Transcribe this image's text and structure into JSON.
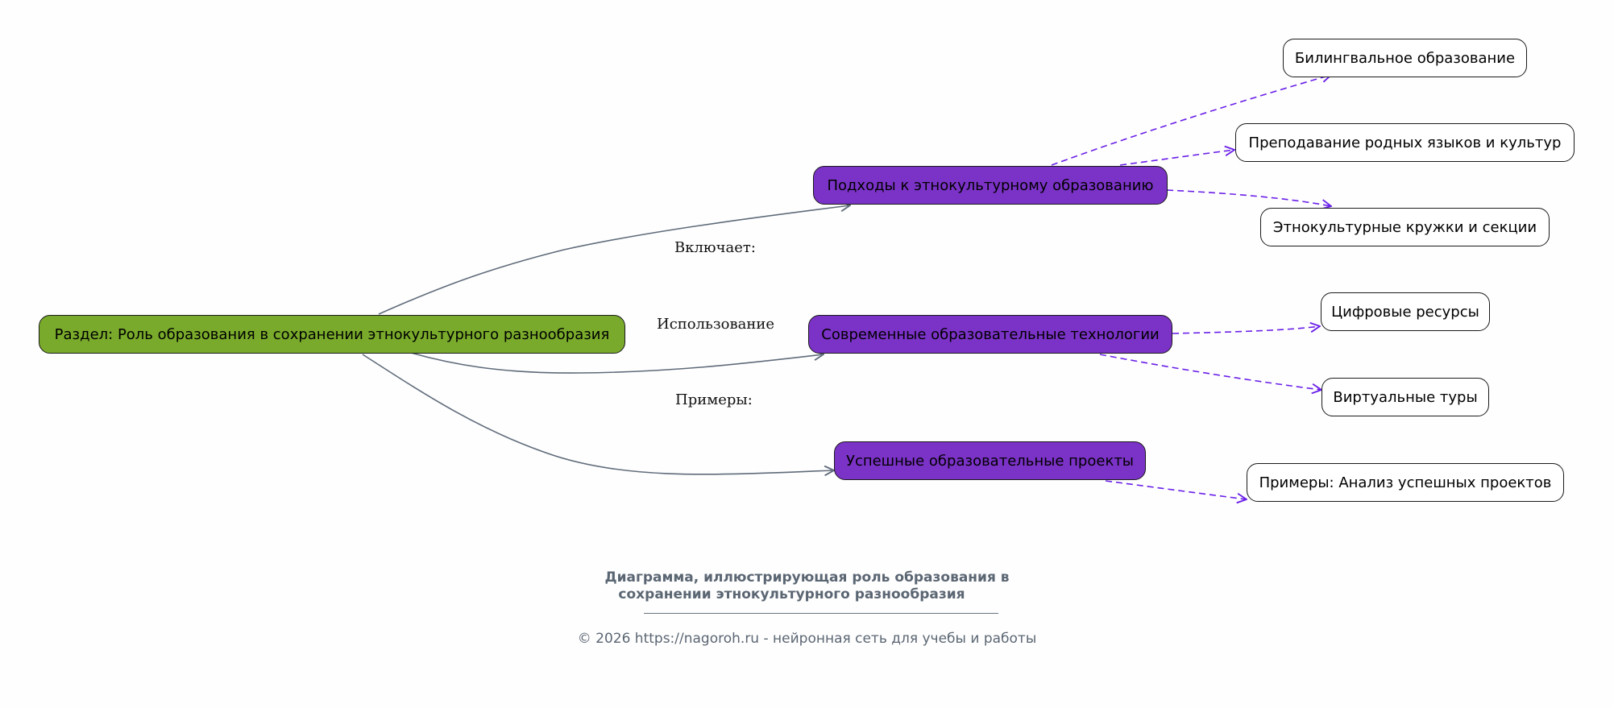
{
  "diagram": {
    "root": {
      "label": "Раздел: Роль образования в сохранении этнокультурного разнообразия"
    },
    "categories": [
      {
        "label": "Подходы к этнокультурному образованию"
      },
      {
        "label": "Современные образовательные технологии"
      },
      {
        "label": "Успешные образовательные проекты"
      }
    ],
    "edge_labels": [
      "Включает:",
      "Использование",
      "Примеры:"
    ],
    "leaves": [
      {
        "label": "Билингвальное образование"
      },
      {
        "label": "Преподавание родных языков и культур"
      },
      {
        "label": "Этнокультурные кружки и секции"
      },
      {
        "label": "Цифровые ресурсы"
      },
      {
        "label": "Виртуальные туры"
      },
      {
        "label": "Примеры: Анализ успешных проектов"
      }
    ],
    "colors": {
      "root_fill": "#79aa2b",
      "category_fill": "#7b32c7",
      "leaf_fill": "#ffffff",
      "solid_edge": "#5f6b7a",
      "dashed_edge": "#6a1fe8"
    }
  },
  "caption": {
    "line1": "Диаграмма, иллюстрирующая роль образования в",
    "line2": "сохранении этнокультурного разнообразия",
    "footer": "© 2026 https://nagoroh.ru - нейронная сеть для учебы и работы"
  }
}
